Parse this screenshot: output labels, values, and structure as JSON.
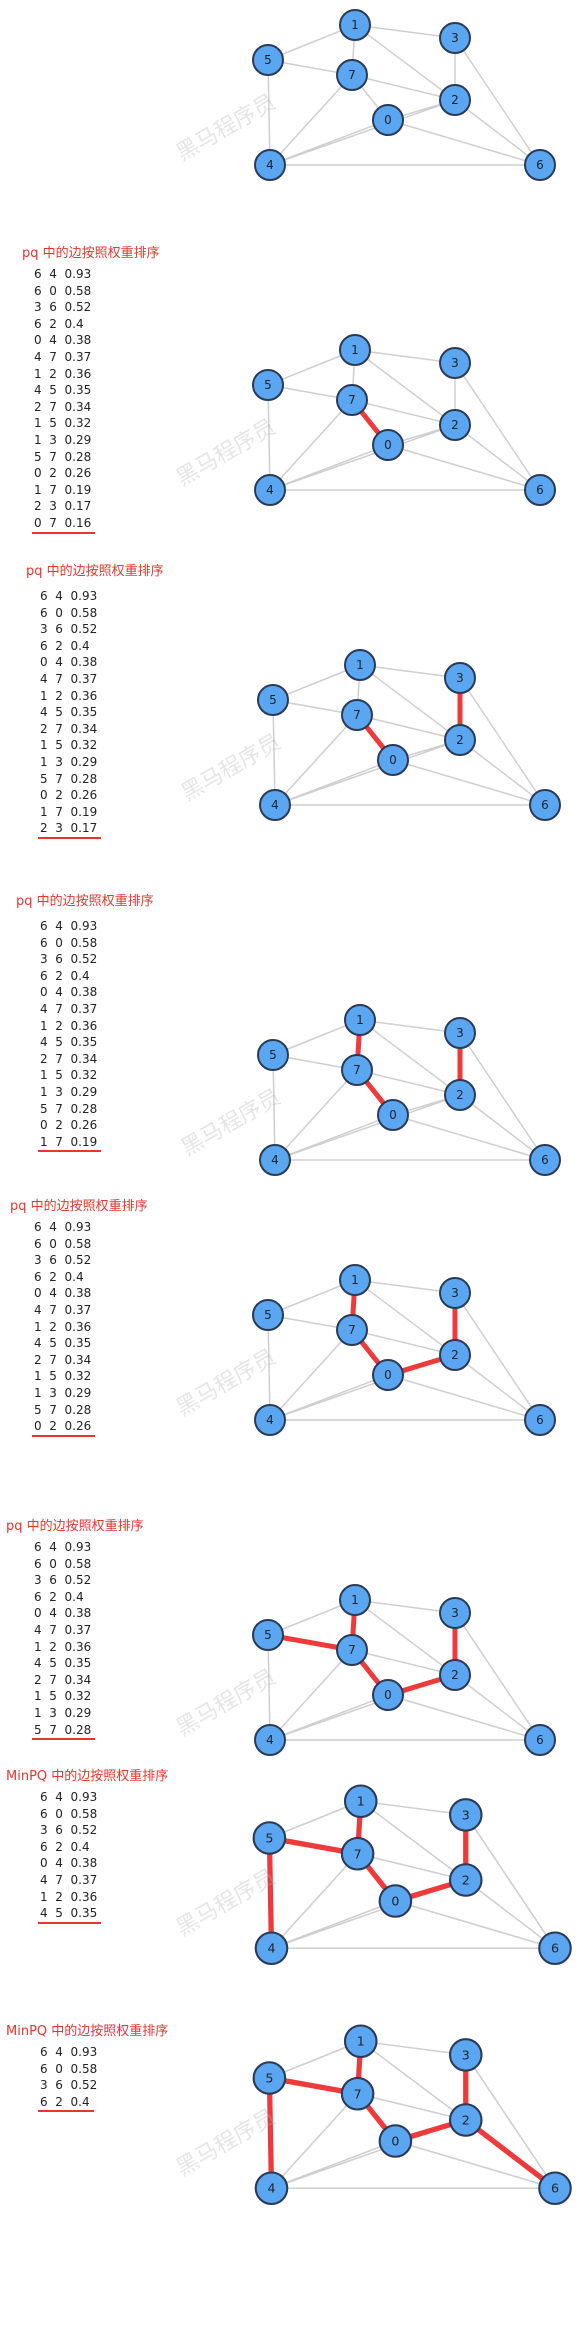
{
  "watermark": "黑马程序员",
  "colors": {
    "node": "#5aa6f0",
    "edge": "#cfcfcf",
    "selected_edge": "#ee3a3a",
    "title": "#e8352e"
  },
  "panels": [
    {
      "title": "",
      "entries": [],
      "selected": []
    },
    {
      "title": "pq 中的边按照权重排序",
      "entries": [
        "6  4  0.93",
        "6  0  0.58",
        "3  6  0.52",
        "6  2  0.4",
        "0  4  0.38",
        "4  7  0.37",
        "1  2  0.36",
        "4  5  0.35",
        "2  7  0.34",
        "1  5  0.32",
        "1  3  0.29",
        "5  7  0.28",
        "0  2  0.26",
        "1  7  0.19",
        "2  3  0.17",
        "0  7  0.16"
      ],
      "selected": [
        "0-7"
      ]
    },
    {
      "title": "pq 中的边按照权重排序",
      "entries": [
        "6  4  0.93",
        "6  0  0.58",
        "3  6  0.52",
        "6  2  0.4",
        "0  4  0.38",
        "4  7  0.37",
        "1  2  0.36",
        "4  5  0.35",
        "2  7  0.34",
        "1  5  0.32",
        "1  3  0.29",
        "5  7  0.28",
        "0  2  0.26",
        "1  7  0.19",
        "2  3  0.17"
      ],
      "selected": [
        "0-7",
        "2-3"
      ]
    },
    {
      "title": "pq 中的边按照权重排序",
      "entries": [
        "6  4  0.93",
        "6  0  0.58",
        "3  6  0.52",
        "6  2  0.4",
        "0  4  0.38",
        "4  7  0.37",
        "1  2  0.36",
        "4  5  0.35",
        "2  7  0.34",
        "1  5  0.32",
        "1  3  0.29",
        "5  7  0.28",
        "0  2  0.26",
        "1  7  0.19"
      ],
      "selected": [
        "0-7",
        "2-3",
        "1-7"
      ]
    },
    {
      "title": "pq 中的边按照权重排序",
      "entries": [
        "6  4  0.93",
        "6  0  0.58",
        "3  6  0.52",
        "6  2  0.4",
        "0  4  0.38",
        "4  7  0.37",
        "1  2  0.36",
        "4  5  0.35",
        "2  7  0.34",
        "1  5  0.32",
        "1  3  0.29",
        "5  7  0.28",
        "0  2  0.26"
      ],
      "selected": [
        "0-7",
        "2-3",
        "1-7",
        "0-2"
      ]
    },
    {
      "title": "pq 中的边按照权重排序",
      "entries": [
        "6  4  0.93",
        "6  0  0.58",
        "3  6  0.52",
        "6  2  0.4",
        "0  4  0.38",
        "4  7  0.37",
        "1  2  0.36",
        "4  5  0.35",
        "2  7  0.34",
        "1  5  0.32",
        "1  3  0.29",
        "5  7  0.28"
      ],
      "selected": [
        "0-7",
        "2-3",
        "1-7",
        "0-2",
        "5-7"
      ]
    },
    {
      "title": "MinPQ 中的边按照权重排序",
      "entries": [
        "6  4  0.93",
        "6  0  0.58",
        "3  6  0.52",
        "6  2  0.4",
        "0  4  0.38",
        "4  7  0.37",
        "1  2  0.36",
        "4  5  0.35"
      ],
      "selected": [
        "0-7",
        "2-3",
        "1-7",
        "0-2",
        "5-7",
        "4-5"
      ]
    },
    {
      "title": "MinPQ 中的边按照权重排序",
      "entries": [
        "6  4  0.93",
        "6  0  0.58",
        "3  6  0.52",
        "6  2  0.4"
      ],
      "selected": [
        "0-7",
        "2-3",
        "1-7",
        "0-2",
        "5-7",
        "4-5",
        "2-6"
      ]
    }
  ],
  "graph": {
    "nodes": [
      "0",
      "1",
      "2",
      "3",
      "4",
      "5",
      "6",
      "7"
    ],
    "edges": [
      "4-5",
      "5-1",
      "1-3",
      "1-2",
      "1-7",
      "5-7",
      "7-0",
      "7-2",
      "7-4",
      "4-0",
      "0-2",
      "2-3",
      "3-6",
      "2-6",
      "0-6",
      "4-6",
      "4-2"
    ]
  }
}
